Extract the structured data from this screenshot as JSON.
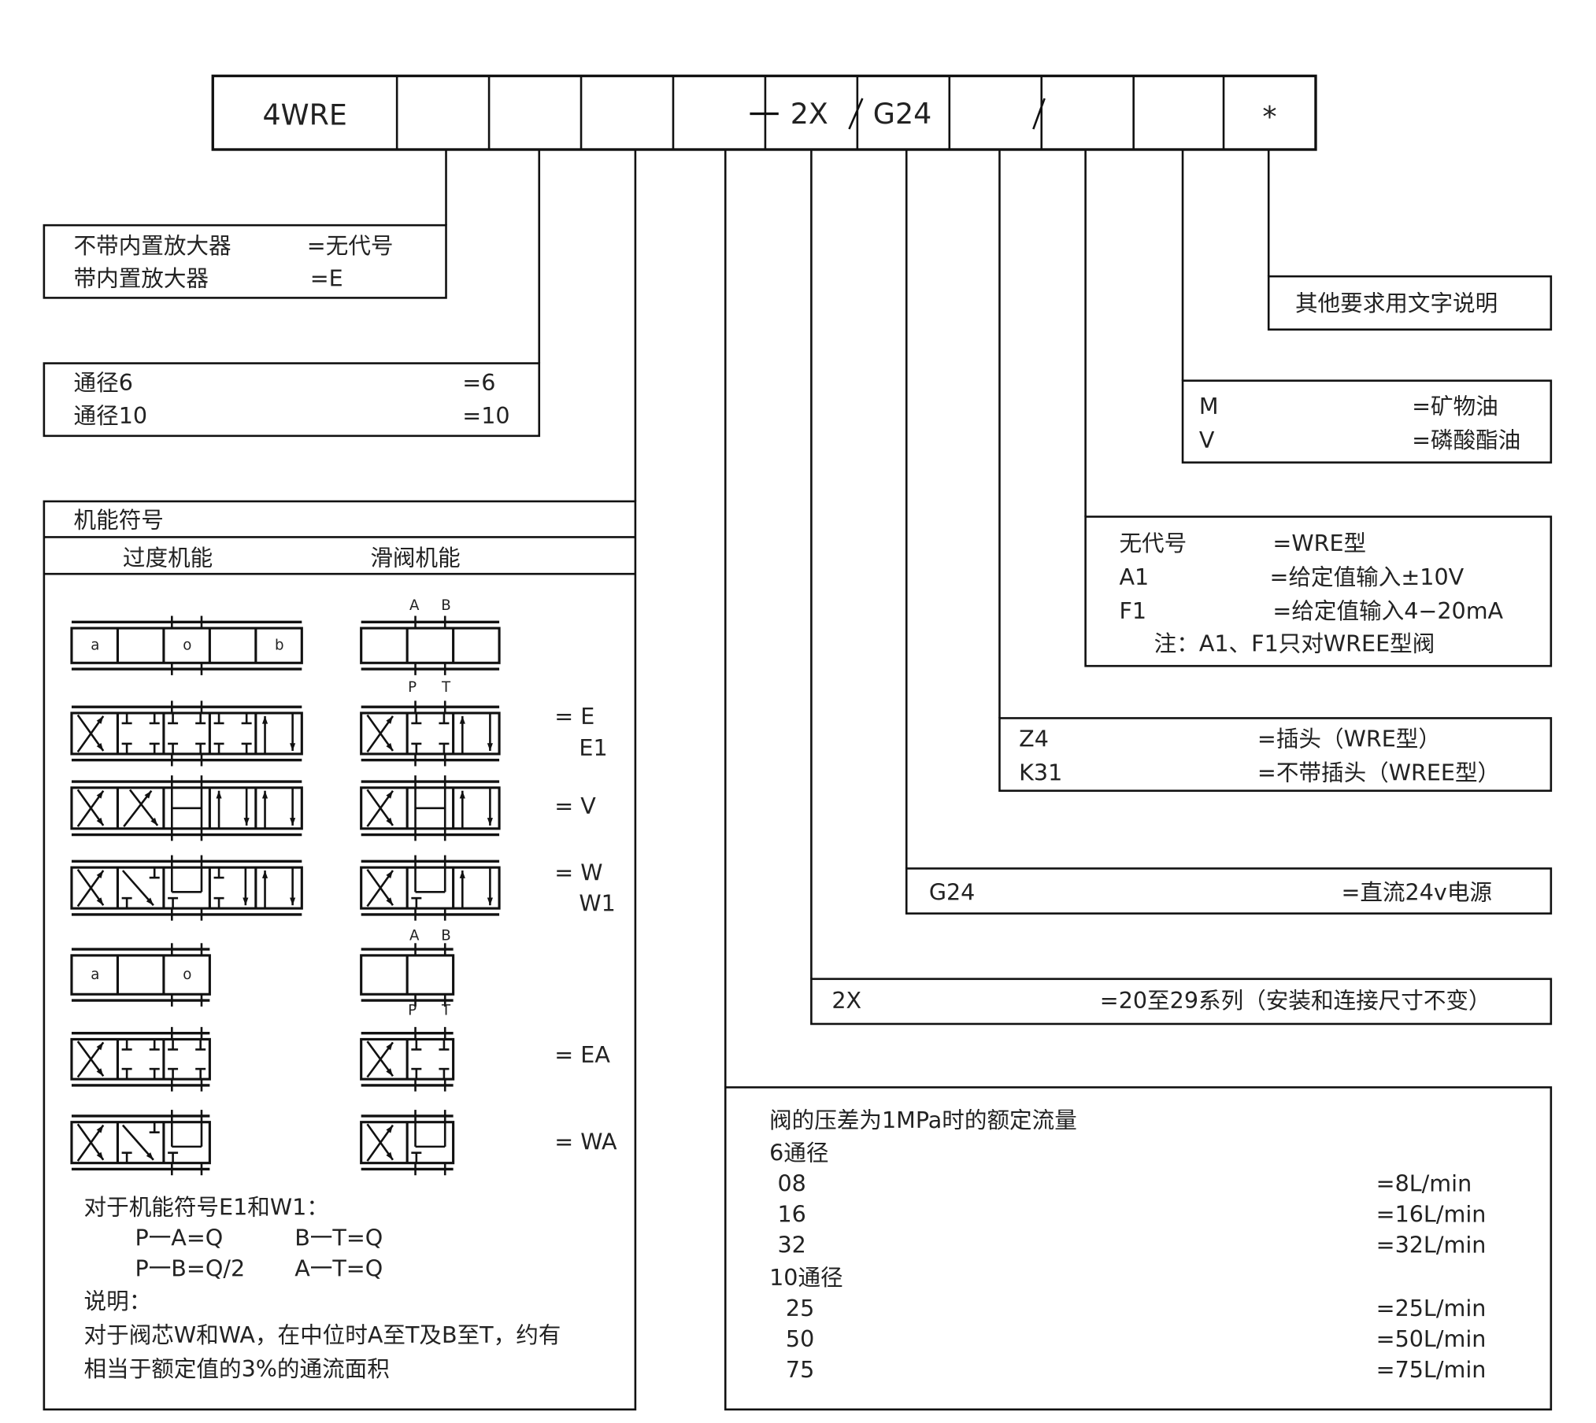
{
  "header": {
    "model": "4WRE",
    "series": "2X",
    "voltage": "G24",
    "other": "*"
  },
  "amplifier": {
    "none_label": "不带内置放大器",
    "none_code": "=无代号",
    "with_label": "带内置放大器",
    "with_code": "=E"
  },
  "size": {
    "s6_label": "通径6",
    "s6_code": "=6",
    "s10_label": "通径10",
    "s10_code": "=10"
  },
  "function": {
    "title": "机能符号",
    "transition_header": "过度机能",
    "spool_header": "滑阀机能",
    "pos_a": "a",
    "pos_o": "o",
    "pos_b": "b",
    "port_a": "A",
    "port_b": "B",
    "port_p": "P",
    "port_t": "T",
    "codes": [
      "= E",
      "E1",
      "= V",
      "= W",
      "W1",
      "= EA",
      "= WA"
    ],
    "note_title": "对于机能符号E1和W1：",
    "note_lines": [
      "P一A=Q",
      "B一T=Q",
      "P一B=Q/2",
      "A一T=Q"
    ],
    "explain_title": "说明：",
    "explain_lines": [
      "对于阀芯W和WA，在中位时A至T及B至T，约有",
      "相当于额定值的3%的通流面积"
    ]
  },
  "other_req": "其他要求用文字说明",
  "fluid": {
    "m_label": "M",
    "m_code": "=矿物油",
    "v_label": "V",
    "v_code": "=磷酸酯油"
  },
  "electronics": {
    "none_label": "无代号",
    "none_code": "=WRE型",
    "a1_label": "A1",
    "a1_code": "=给定值输入±10V",
    "f1_label": "F1",
    "f1_code": "=给定值输入4−20mA",
    "note": "注：A1、F1只对WREE型阀"
  },
  "connector": {
    "z4_label": "Z4",
    "z4_code": "=插头（WRE型）",
    "k31_label": "K31",
    "k31_code": "=不带插头（WREE型）"
  },
  "power": {
    "label": "G24",
    "code": "=直流24v电源"
  },
  "series": {
    "label": "2X",
    "code": "=20至29系列（安装和连接尺寸不变）"
  },
  "flow": {
    "title": "阀的压差为1MPa时的额定流量",
    "size6": "6通径",
    "size6_rows": [
      {
        "code": "08",
        "value": "=8L/min"
      },
      {
        "code": "16",
        "value": "=16L/min"
      },
      {
        "code": "32",
        "value": "=32L/min"
      }
    ],
    "size10": "10通径",
    "size10_rows": [
      {
        "code": "25",
        "value": "=25L/min"
      },
      {
        "code": "50",
        "value": "=50L/min"
      },
      {
        "code": "75",
        "value": "=75L/min"
      }
    ]
  }
}
